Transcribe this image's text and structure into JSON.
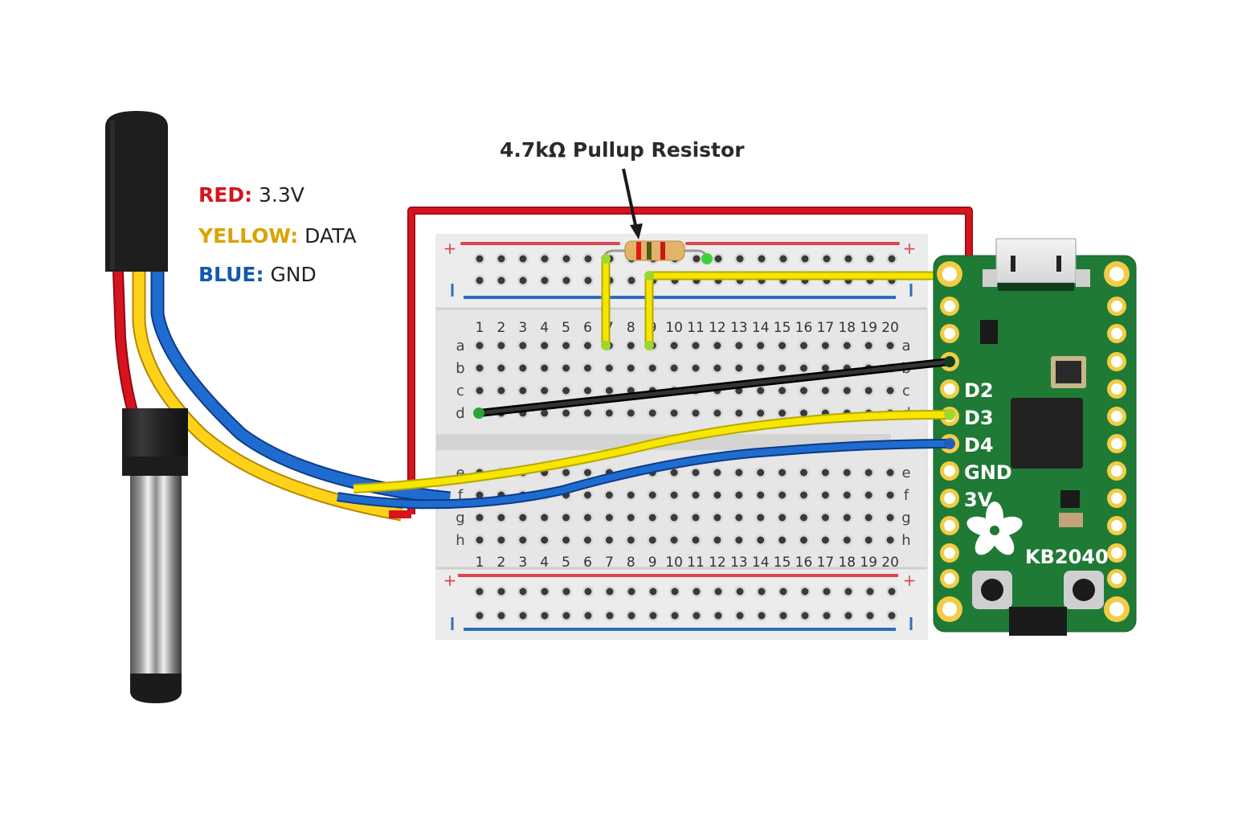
{
  "diagram": {
    "title_annotation": "4.7kΩ Pullup Resistor",
    "legend": [
      {
        "color_name": "RED:",
        "meaning": "3.3V",
        "color": "#d7141e"
      },
      {
        "color_name": "YELLOW:",
        "meaning": "DATA",
        "color": "#d9a300"
      },
      {
        "color_name": "BLUE:",
        "meaning": "GND",
        "color": "#1259b0"
      }
    ],
    "breadboard": {
      "columns": [
        "1",
        "2",
        "3",
        "4",
        "5",
        "6",
        "7",
        "8",
        "9",
        "10",
        "11",
        "12",
        "13",
        "14",
        "15",
        "16",
        "17",
        "18",
        "19",
        "20"
      ],
      "top_rows": [
        "a",
        "b",
        "c",
        "d"
      ],
      "bottom_rows": [
        "e",
        "f",
        "g",
        "h"
      ],
      "rail_plus": "+",
      "rail_minus": "I"
    },
    "board": {
      "name": "KB2040",
      "pin_labels": [
        "D2",
        "D3",
        "D4",
        "GND",
        "3V"
      ]
    },
    "components": {
      "sensor": "waterproof-temperature-probe",
      "resistor_value": "4.7kΩ"
    },
    "colors": {
      "wire_red": "#d7141e",
      "wire_yellow": "#f7e200",
      "wire_blue": "#1a5fc0",
      "wire_black": "#1a1a1a",
      "pcb_green": "#1f7a35",
      "pad_gold": "#f2cc45",
      "breadboard": "#e9e9e9"
    }
  }
}
